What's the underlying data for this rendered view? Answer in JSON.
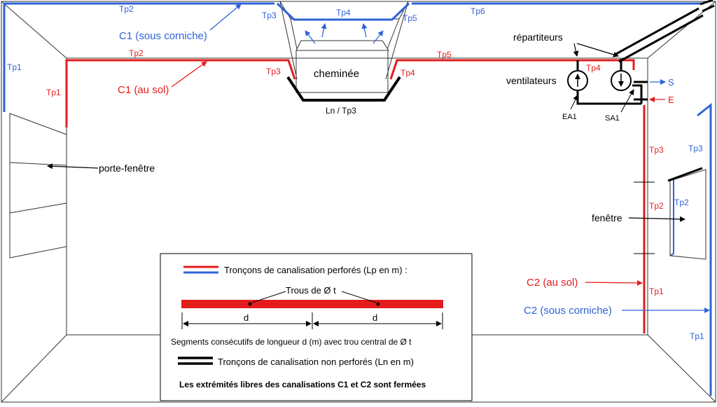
{
  "colors": {
    "perforated_red": "#e41c1c",
    "perforated_blue": "#2f63d6",
    "non_perforated": "#000000"
  },
  "labels": {
    "chimney": "cheminée",
    "chimney_base": "Ln / Tp3",
    "distributors": "répartiteurs",
    "fans": "ventilateurs",
    "ea1": "EA1",
    "sa1": "SA1",
    "s": "S",
    "e": "E",
    "french_window": "porte-fenêtre",
    "window": "fenêtre"
  },
  "circuits": {
    "c1_cornice": "C1 (sous corniche)",
    "c1_floor": "C1 (au sol)",
    "c2_floor": "C2 (au sol)",
    "c2_cornice": "C2 (sous corniche)"
  },
  "segments": {
    "blue_tp1_left": "Tp1",
    "blue_tp2_top": "Tp2",
    "blue_tp3_chimney": "Tp3",
    "blue_tp4_chimney": "Tp4",
    "blue_tp5_chimney": "Tp5",
    "blue_tp6_top": "Tp6",
    "blue_tp3_right": "Tp3",
    "blue_tp2_window": "Tp2",
    "blue_tp1_right": "Tp1",
    "red_tp1_left": "Tp1",
    "red_tp2_top": "Tp2",
    "red_tp3_chimney": "Tp3",
    "red_tp4_chimney": "Tp4",
    "red_tp5_top": "Tp5",
    "red_tp4_right": "Tp4",
    "red_tp3_right": "Tp3",
    "red_tp2_right": "Tp2",
    "red_tp1_right": "Tp1"
  },
  "legend": {
    "perforated": "Tronçons de canalisation perforés (Lp en m) :",
    "holes": "Trous de Ø t",
    "d_left": "d",
    "d_right": "d",
    "segments": "Segments consécutifs de longueur d (m) avec trou central de Ø t",
    "non_perforated": "Tronçons de canalisation non perforés (Ln en m)",
    "closed_ends": "Les extrémités libres des canalisations C1 et C2 sont fermées"
  }
}
